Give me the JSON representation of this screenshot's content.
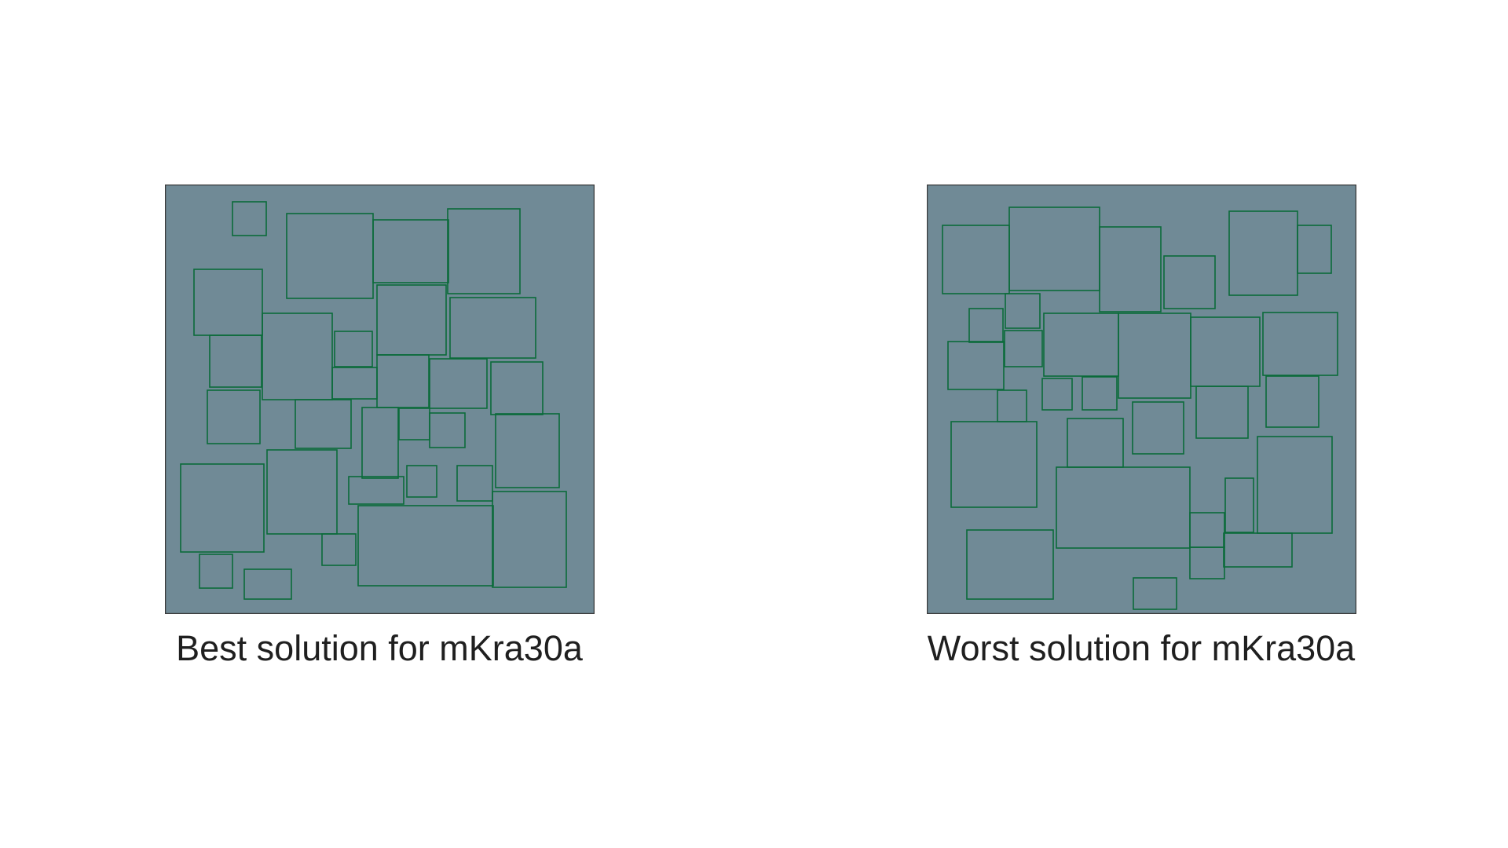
{
  "figure": {
    "colors": {
      "container_fill": "#708a96",
      "container_stroke": "#3a3a3a",
      "rect_stroke": "#0b6b3a",
      "caption_text": "#1f1f1f"
    },
    "panels": [
      {
        "id": "best",
        "caption": "Best solution for mKra30a"
      },
      {
        "id": "worst",
        "caption": "Worst solution for mKra30a"
      }
    ]
  }
}
